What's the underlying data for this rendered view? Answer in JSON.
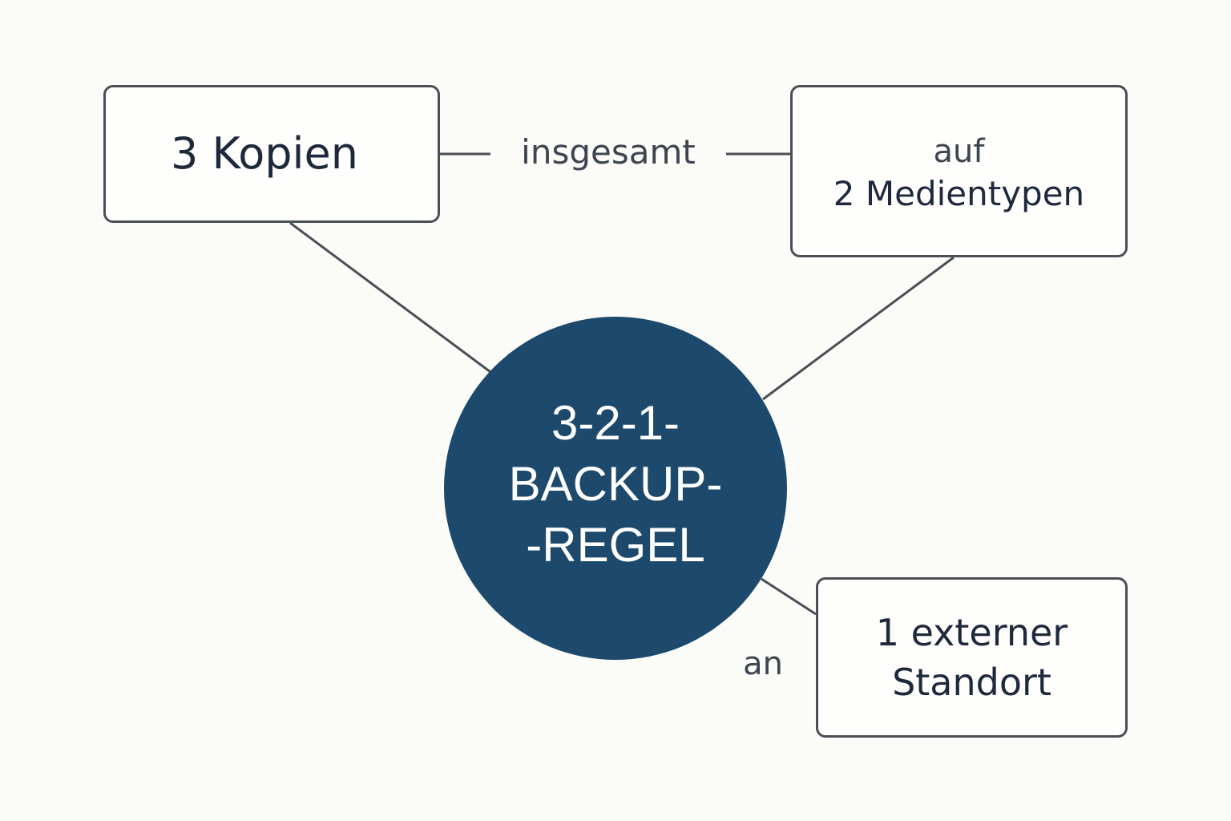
{
  "diagram": {
    "center": {
      "lines": [
        "3-2-1-",
        "BACKUP-",
        "-REGEL"
      ]
    },
    "nodes": {
      "kopien": {
        "text": "3 Kopien"
      },
      "medien": {
        "pre": "auf",
        "text": "2 Medientypen"
      },
      "standort": {
        "lines": [
          "1 externer",
          "Standort"
        ]
      }
    },
    "connectors": {
      "kopien_medien": "insgesamt",
      "center_standort": "an"
    },
    "colors": {
      "background": "#fbfbf8",
      "center_fill": "#1d4a6c",
      "line": "#4a4f56",
      "text_dark": "#1e2a3b",
      "text_muted": "#3e454f"
    }
  }
}
